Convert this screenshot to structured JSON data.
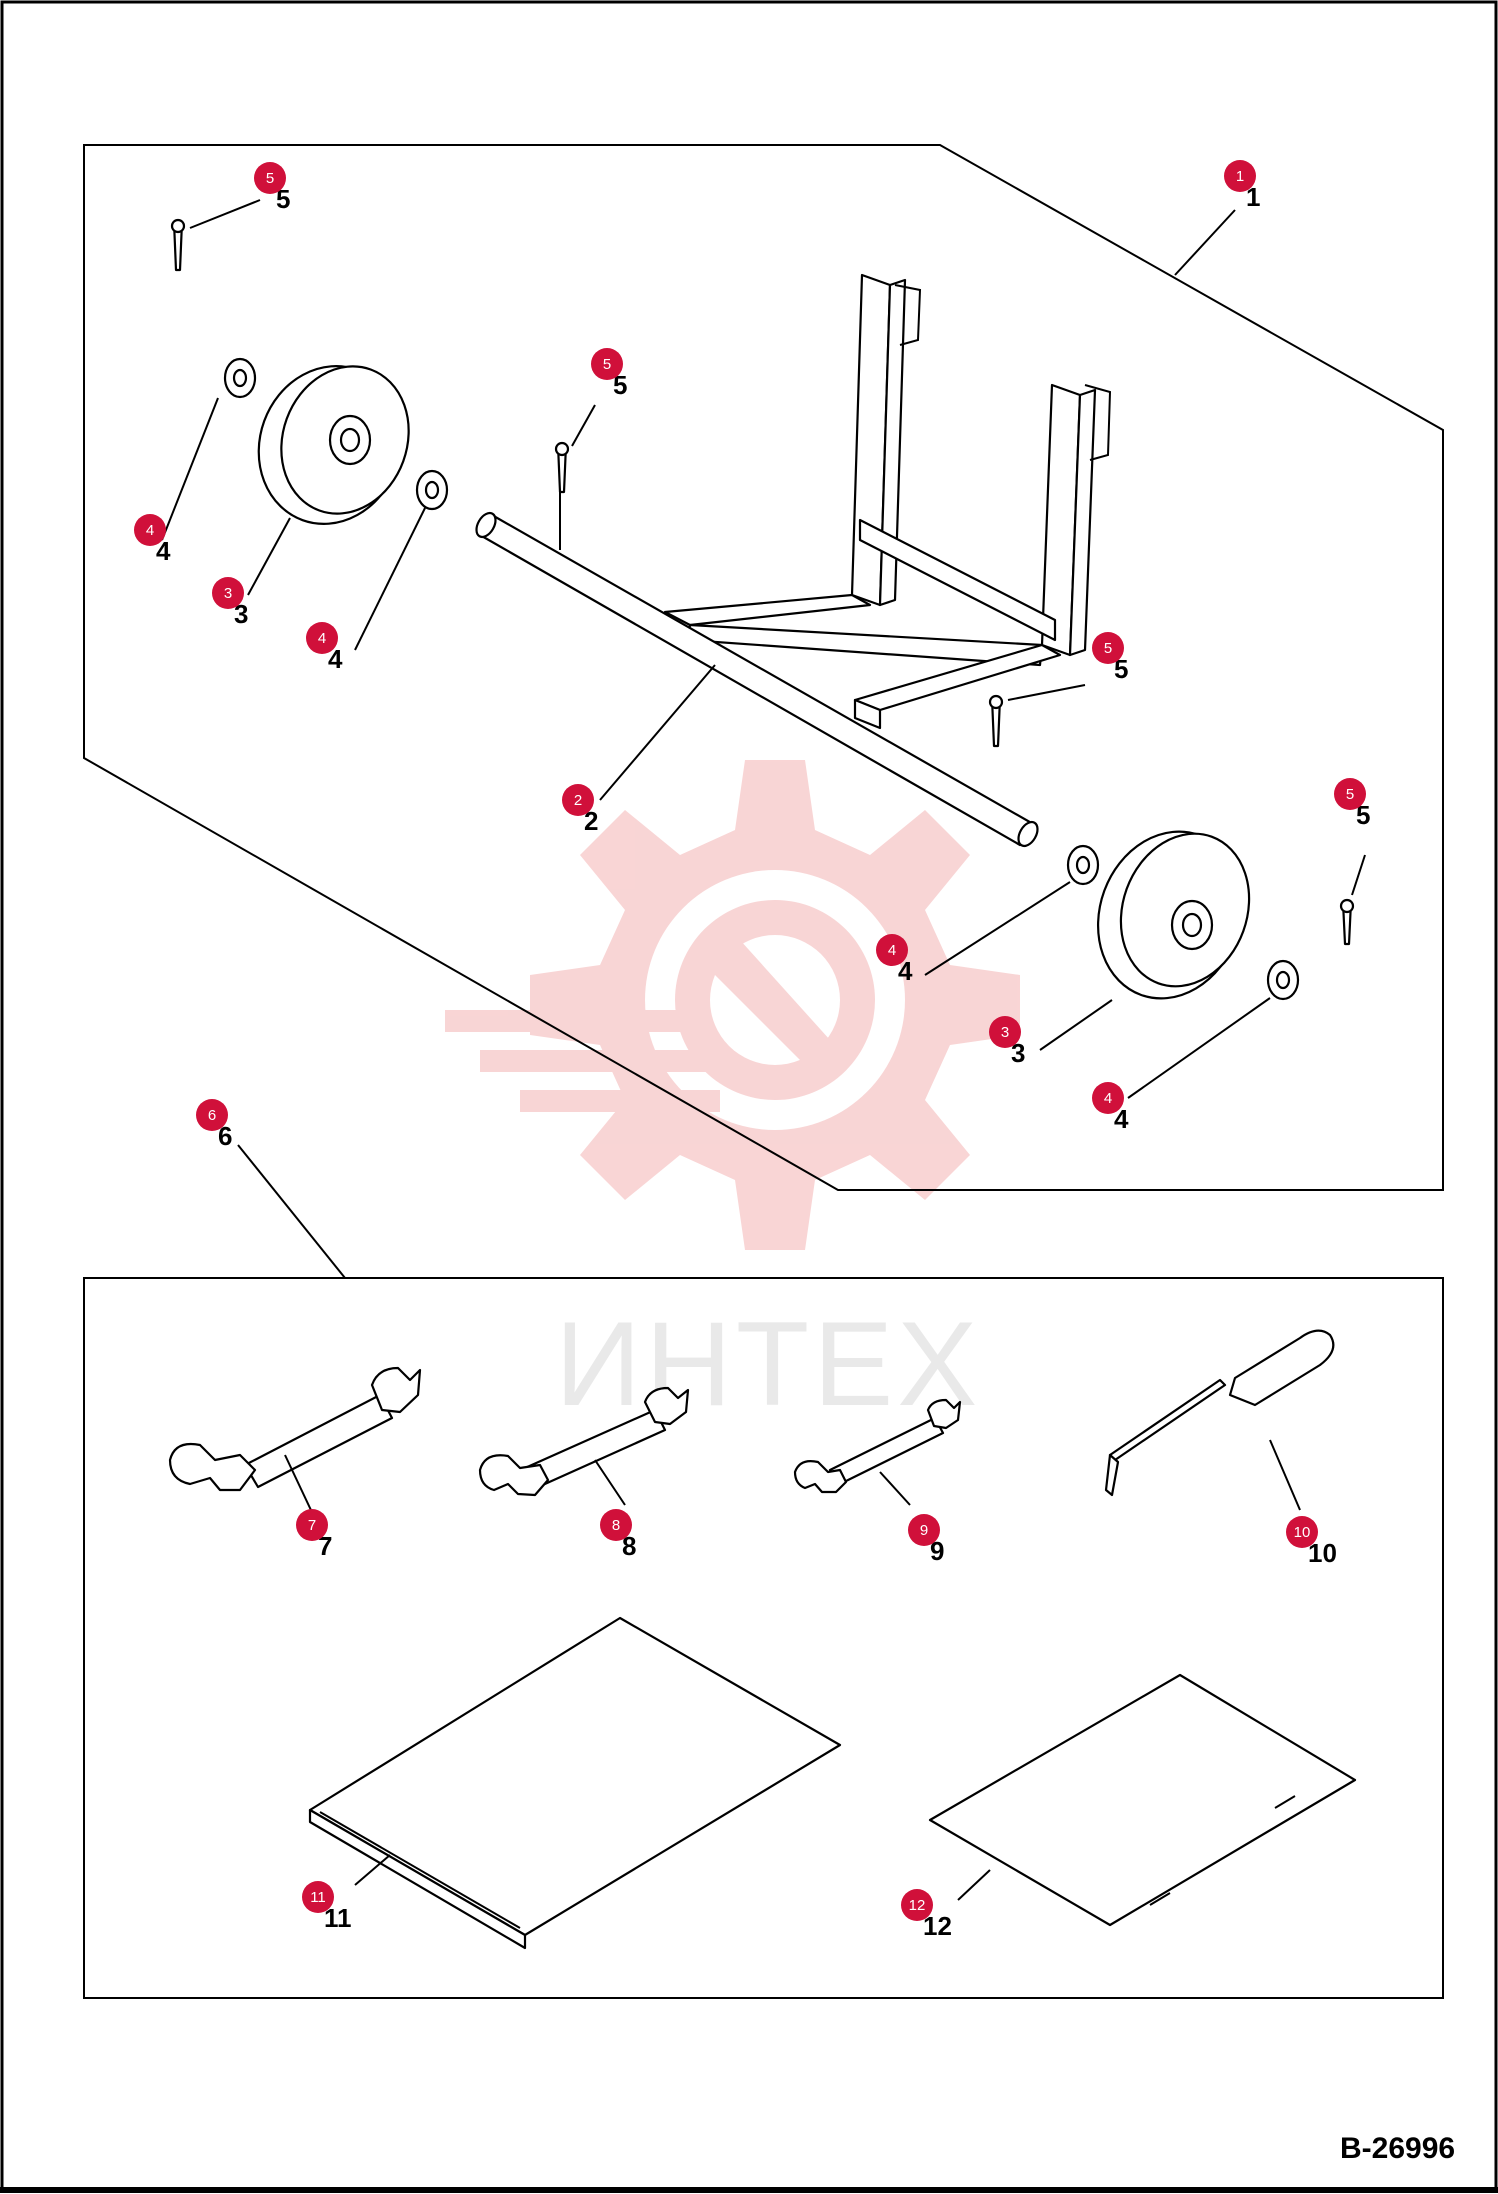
{
  "drawing_ref": "B-26996",
  "watermark": {
    "text": "ИНТЕХ",
    "color": "#f4b3b3"
  },
  "callout_color": "#d0103a",
  "callouts": [
    {
      "n": "1",
      "label": "1"
    },
    {
      "n": "5",
      "label": "5"
    },
    {
      "n": "5",
      "label": "5"
    },
    {
      "n": "5",
      "label": "5"
    },
    {
      "n": "5",
      "label": "5"
    },
    {
      "n": "4",
      "label": "4"
    },
    {
      "n": "3",
      "label": "3"
    },
    {
      "n": "4",
      "label": "4"
    },
    {
      "n": "2",
      "label": "2"
    },
    {
      "n": "4",
      "label": "4"
    },
    {
      "n": "3",
      "label": "3"
    },
    {
      "n": "4",
      "label": "4"
    },
    {
      "n": "6",
      "label": "6"
    },
    {
      "n": "7",
      "label": "7"
    },
    {
      "n": "8",
      "label": "8"
    },
    {
      "n": "9",
      "label": "9"
    },
    {
      "n": "10",
      "label": "10"
    },
    {
      "n": "11",
      "label": "11"
    },
    {
      "n": "12",
      "label": "12"
    }
  ]
}
